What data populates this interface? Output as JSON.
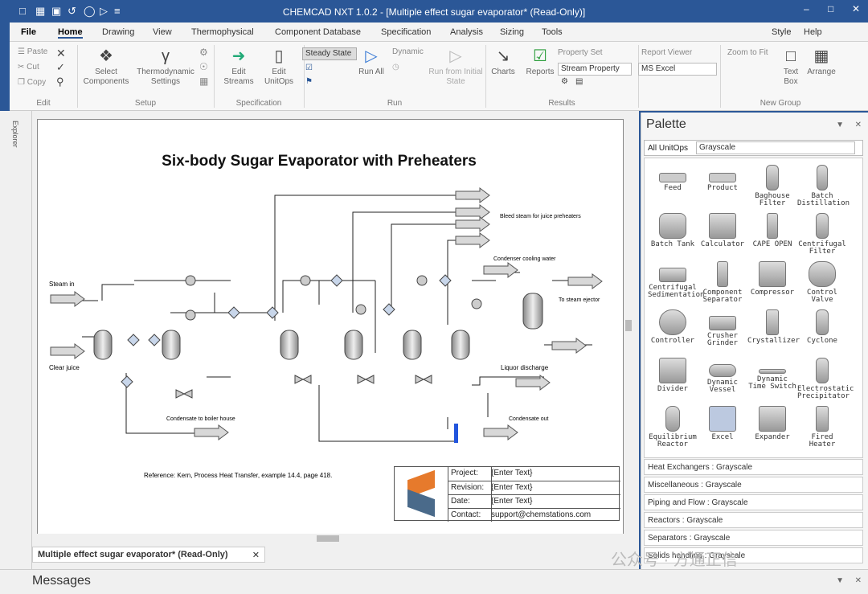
{
  "window": {
    "title": "CHEMCAD NXT 1.0.2 - [Multiple effect sugar evaporator*  (Read-Only)]",
    "controls": [
      "–",
      "□",
      "✕"
    ]
  },
  "ribbon": {
    "tabs": [
      "File",
      "Home",
      "Drawing",
      "View",
      "Thermophysical",
      "Component Database",
      "Specification",
      "Analysis",
      "Sizing",
      "Tools"
    ],
    "right_items": [
      "Style",
      "Help"
    ],
    "groups": [
      {
        "label": "Edit",
        "items": [
          "Paste",
          "Cut",
          "Copy"
        ]
      },
      {
        "label": "Setup",
        "items": [
          "Select Components",
          "Thermodynamic Settings"
        ]
      },
      {
        "label": "Specification",
        "items": [
          "Edit Streams",
          "Edit UnitOps"
        ]
      },
      {
        "label": "Run",
        "items": [
          "Steady State",
          "Run All",
          "Dynamic",
          "Run from Initial State"
        ]
      },
      {
        "label": "Results",
        "items": [
          "Charts",
          "Reports",
          "Property Set",
          "Stream Property"
        ]
      },
      {
        "label": "",
        "items": [
          "Report Viewer",
          "MS Excel"
        ]
      },
      {
        "label": "New Group",
        "items": [
          "Zoom to Fit",
          "Text Box",
          "Arrange"
        ]
      }
    ]
  },
  "explorer": {
    "label": "Explorer"
  },
  "flowsheet": {
    "title": "Six-body Sugar Evaporator with Preheaters",
    "labels": {
      "steam_in": "Steam in",
      "clear_juice": "Clear juice",
      "bleed_steam": "Bleed steam for juice preheaters",
      "condenser_cooling": "Condenser cooling water",
      "to_steam_ejector": "To steam ejector",
      "liquor_discharge": "Liquor discharge",
      "condensate_boiler": "Condensate to boiler house",
      "condensate_out": "Condensate out",
      "reference": "Reference: Kern, Process Heat Transfer, example 14.4, page 418."
    },
    "title_block": {
      "project_label": "Project:",
      "project_value": "{Enter Text}",
      "revision_label": "Revision:",
      "revision_value": "{Enter Text}",
      "date_label": "Date:",
      "date_value": "{Enter Text}",
      "contact_label": "Contact:",
      "contact_value": "support@chemstations.com"
    }
  },
  "doc_tab": {
    "label": "Multiple effect sugar evaporator*   (Read-Only)",
    "close": "✕"
  },
  "palette": {
    "title": "Palette",
    "filter_label": "All UnitOps",
    "filter_value": "Grayscale",
    "items": [
      "Feed",
      "Product",
      "Baghouse Filter",
      "Batch Distillation",
      "Batch Tank",
      "Calculator",
      "CAPE OPEN",
      "Centrifugal Filter",
      "Centrifugal Sedimentation",
      "Component Separator",
      "Compressor",
      "Control Valve",
      "Controller",
      "Crusher Grinder",
      "Crystallizer",
      "Cyclone",
      "Divider",
      "Dynamic Vessel",
      "Dynamic Time Switch",
      "Electrostatic Precipitator",
      "Equilibrium Reactor",
      "Excel",
      "Expander",
      "Fired Heater"
    ],
    "categories": [
      "Heat Exchangers : Grayscale",
      "Miscellaneous : Grayscale",
      "Piping and Flow : Grayscale",
      "Reactors : Grayscale",
      "Separators : Grayscale",
      "Solids handling : Grayscale"
    ]
  },
  "messages": {
    "title": "Messages"
  },
  "watermark": {
    "text": "公众号 · 方通正信"
  }
}
